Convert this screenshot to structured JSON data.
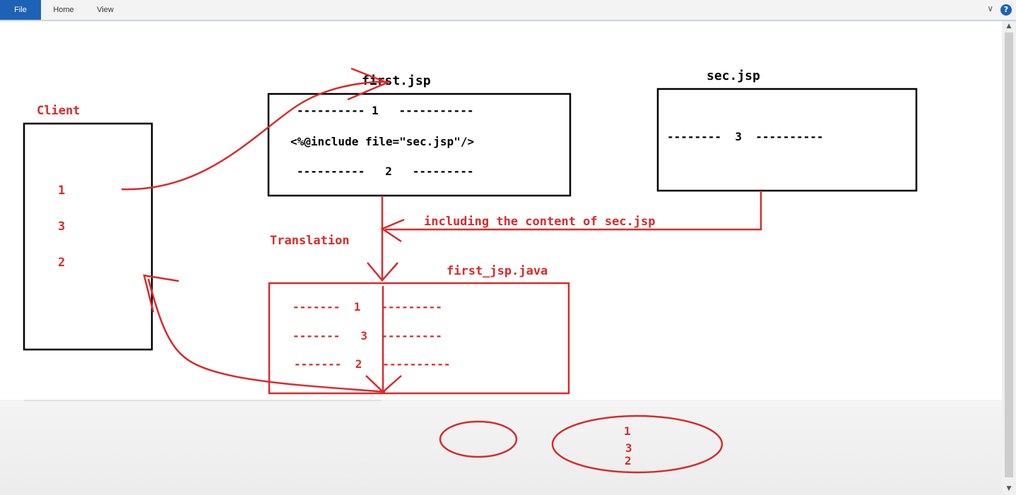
{
  "ribbon": {
    "tabs": [
      "File",
      "Home",
      "View"
    ],
    "help_label": "?"
  },
  "colors": {
    "red": "#d92a2a",
    "black": "#000000",
    "ribbon_accent": "#1e62b6"
  },
  "drawing": {
    "client": {
      "label": "Client",
      "numbers": [
        "1",
        "3",
        "2"
      ]
    },
    "first_jsp": {
      "title": "first.jsp",
      "line1": "---------- 1   -----------",
      "include": "<%@include file=\"sec.jsp\"/>",
      "line2": "----------   2   ---------"
    },
    "sec_jsp": {
      "title": "sec.jsp",
      "line": "--------  3  ----------"
    },
    "translation_label": "Translation",
    "including_label": "including the content of sec.jsp",
    "first_jsp_java": {
      "title": "first_jsp.java",
      "lines": [
        "-------  1   ---------",
        "-------   3  ---------",
        "-------  2   ----------"
      ]
    },
    "bottom_oval_numbers": [
      "1",
      "3",
      "2"
    ]
  }
}
